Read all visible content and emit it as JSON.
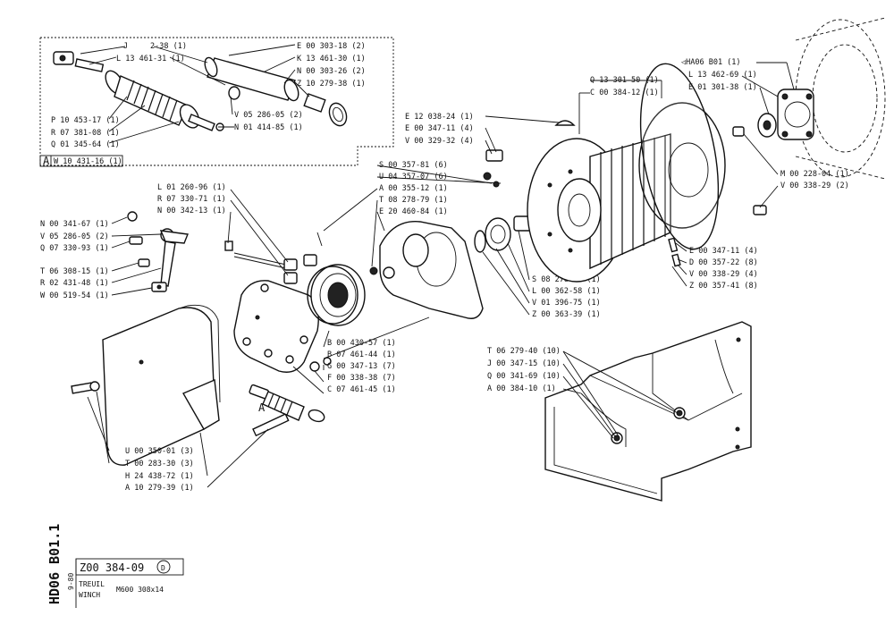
{
  "inset": {
    "marker": "A",
    "label": "W 10 431-16 (1)",
    "labels_left": [
      "J",
      "L 13 461-31 (1)",
      "P 10 453-17 (1)",
      "R 07 381-08 (1)",
      "Q 01 345-64 (1)"
    ],
    "labels_right": [
      "2-38 (1)",
      "E 00 303-18 (2)",
      "K 13 461-30 (1)",
      "N 00 303-26 (2)",
      "Z 10 279-38 (1)",
      "V 05 286-05 (2)",
      "N 01 414-85 (1)"
    ]
  },
  "brake_labels": [
    "L 01 260-96 (1)",
    "R 07 330-71 (1)",
    "N 00 342-13 (1)"
  ],
  "lever_labels": [
    "N 00 341-67 (1)",
    "V 05 286-05 (2)",
    "Q 07 330-93 (1)",
    "T 06 308-15 (1)",
    "R 02 431-48 (1)",
    "W 00 519-54 (1)"
  ],
  "center_labels": [
    "S 00 357-81 (6)",
    "U 04 357-07 (6)",
    "A 00 355-12 (1)",
    "T 08 278-79 (1)",
    "E 20 460-84 (1)"
  ],
  "bottom_center_labels": [
    "B 00 430-57 (1)",
    "B 07 461-44 (1)",
    "G 00 347-13 (7)",
    "F 00 338-38 (7)",
    "C 07 461-45 (1)"
  ],
  "cover_labels": [
    "U 00 350-01 (3)",
    "T 00 283-30 (3)",
    "H 24 438-72 (1)",
    "A 10 279-39 (1)"
  ],
  "spring_marker": "A",
  "drum_top_labels": [
    "Q 13 301-50 (1)",
    "C 00 384-12 (1)"
  ],
  "drum_side_labels": [
    "E 12 038-24 (1)",
    "E 00 347-11 (4)",
    "V 00 329-32 (4)"
  ],
  "hub_labels": [
    "S 08 278-78 (1)",
    "L 00 362-58 (1)",
    "V 01 396-75 (1)",
    "Z 00 363-39 (1)"
  ],
  "motor_labels": [
    "◁HA06 B01 (1)",
    "L 13 462-69 (1)",
    "E 01 301-38 (1)"
  ],
  "motor_bolt_labels": [
    "M 00 228-04 (1)",
    "V 00 338-29 (2)"
  ],
  "drum_bolt_labels": [
    "E 00 347-11 (4)",
    "D 00 357-22 (8)",
    "V 00 338-29 (4)",
    "Z 00 357-41 (8)"
  ],
  "frame_labels": [
    "T 06 279-40 (10)",
    "J 00 347-15 (10)",
    "Q 00 341-69 (10)",
    "A 00 384-10 (1)"
  ],
  "title_block": {
    "vertical_code": "HD06 B01.1",
    "date": "9-80",
    "part_number": "Z00 384-09",
    "revision": "D",
    "name_fr": "TREUIL",
    "name_en": "WINCH",
    "model": "M600 308x14"
  }
}
